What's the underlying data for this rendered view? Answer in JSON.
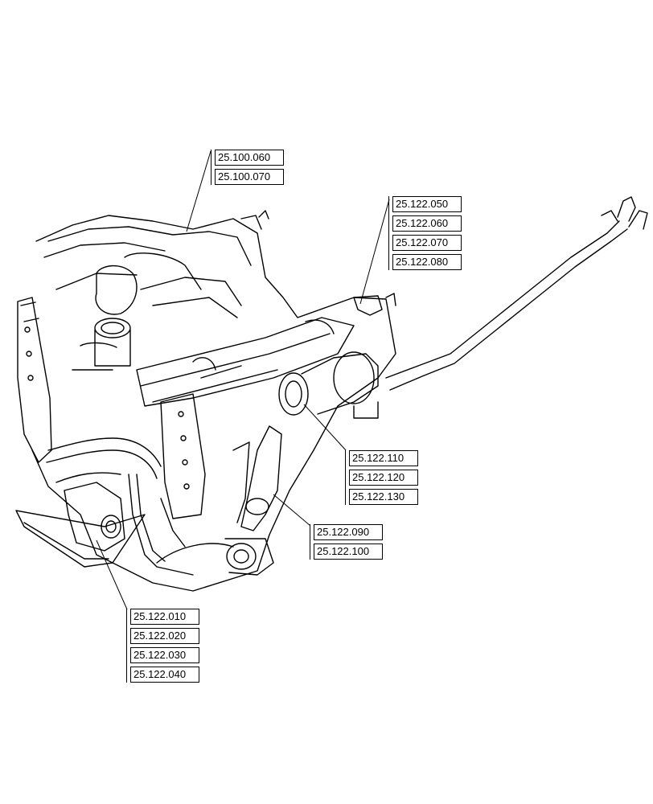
{
  "callouts": {
    "steering_frame": [
      "25.100.060",
      "25.100.070"
    ],
    "upper_right_assembly": [
      "25.122.050",
      "25.122.060",
      "25.122.070",
      "25.122.080"
    ],
    "middle_right_assembly": [
      "25.122.110",
      "25.122.120",
      "25.122.130"
    ],
    "lower_right_assembly": [
      "25.122.090",
      "25.122.100"
    ],
    "lower_left_assembly": [
      "25.122.010",
      "25.122.020",
      "25.122.030",
      "25.122.040"
    ]
  },
  "colors": {
    "line": "#000000",
    "background": "#ffffff"
  }
}
